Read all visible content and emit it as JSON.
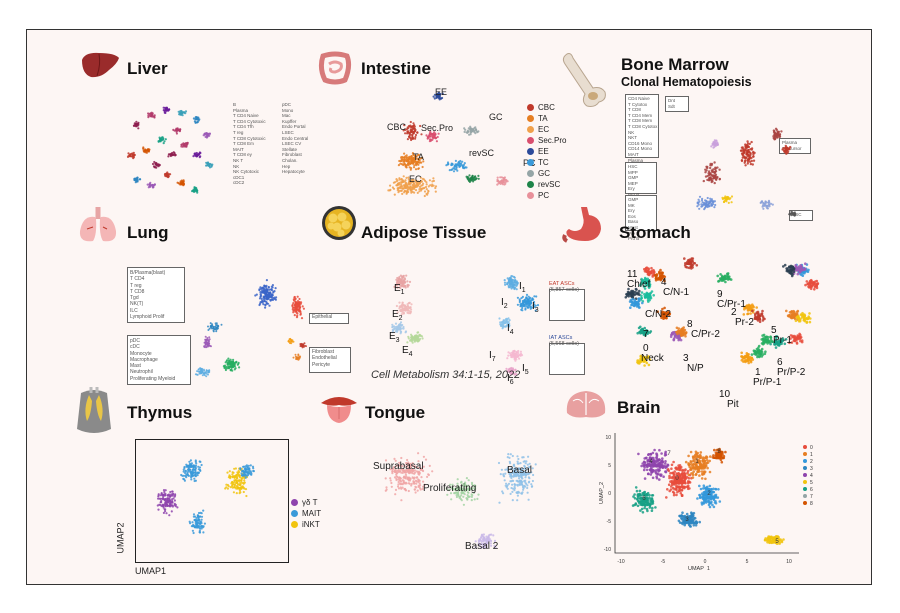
{
  "figure": {
    "caption": "Cell Metabolism 34:1-15, 2022"
  },
  "panels": {
    "liver": {
      "title": "Liver",
      "legend_col1": [
        "B",
        "Plasma",
        "T CD4 Naive",
        "T CD4 Cytotoxic",
        "T CD4 Tfh",
        "T reg",
        "T CD8 Cytotoxic",
        "T CD8 Em",
        "MAIT",
        "T CD8 ey",
        "NK T",
        "NK",
        "NK Cytotoxic",
        "cDC1",
        "cDC2"
      ],
      "legend_col2": [
        "pDC",
        "Mono",
        "Mac",
        "Kupffer",
        "Endo Portal",
        "LSEC",
        "Endo Central",
        "LSEC CV",
        "Stellate",
        "Fibroblast",
        "Cholan.",
        "Hep",
        "Hepatocyte"
      ]
    },
    "intestine": {
      "title": "Intestine",
      "plot_labels": [
        "EE",
        "CBC",
        "Sec.Pro",
        "GC",
        "TA",
        "revSC",
        "PC",
        "EC"
      ],
      "legend": [
        {
          "name": "CBC",
          "color": "#c0392b"
        },
        {
          "name": "TA",
          "color": "#e67e22"
        },
        {
          "name": "EC",
          "color": "#f0a04b"
        },
        {
          "name": "Sec.Pro",
          "color": "#d94f6e"
        },
        {
          "name": "EE",
          "color": "#2c4a9a"
        },
        {
          "name": "TC",
          "color": "#3a9ad9"
        },
        {
          "name": "GC",
          "color": "#95a5a6"
        },
        {
          "name": "revSC",
          "color": "#1e8449"
        },
        {
          "name": "PC",
          "color": "#e8909a"
        }
      ]
    },
    "bone_marrow": {
      "title": "Bone Marrow",
      "subtitle": "Clonal Hematopoiesis",
      "box1": [
        "CD4 Naive",
        "T Cytotox",
        "T CD8",
        "T CD4 Mem",
        "T CD8 Mem",
        "T CD8 Cytotox",
        "NK",
        "NKT",
        "CD16 Mono",
        "CD14 Mono",
        "MAIT",
        "Plasma",
        "T Sm"
      ],
      "box2": [
        "Dnt",
        "Sdt"
      ],
      "box3": [
        "HSC",
        "MPP",
        "GMP",
        "MEP",
        "Ery",
        "Pro B",
        "Cyc Ery",
        "Neutrophil"
      ],
      "box4": [
        "GMP",
        "MK",
        "Ery",
        "Eos",
        "Baso",
        "Mast",
        "Pre B",
        "Pro B"
      ],
      "box5": [
        "Plasma",
        "Precursor"
      ],
      "box6": [
        "HSC"
      ]
    },
    "lung": {
      "title": "Lung",
      "box_lymph": [
        "B/Plasma(blast)",
        "T CD4",
        "T reg",
        "T CD8",
        "Tgd",
        "NK(T)",
        "ILC",
        "Lymphoid Prolif"
      ],
      "box_myeloid": [
        "pDC",
        "cDC",
        "Monocyte",
        "Macrophage",
        "Mast",
        "Neutrophil",
        "Proliferating Myeloid"
      ],
      "box_epi": [
        "Epithelial"
      ],
      "box_stroma": [
        "Fibroblast",
        "Endothelial",
        "Pericyte"
      ]
    },
    "adipose": {
      "title": "Adipose Tissue",
      "e_labels": [
        "E",
        "1",
        "E",
        "2",
        "E",
        "3",
        "E",
        "4"
      ],
      "i_labels": [
        "I",
        "1",
        "I",
        "2",
        "I",
        "3",
        "I",
        "4",
        "I",
        "7",
        "I",
        "5",
        "I",
        "6"
      ],
      "eat": {
        "name": "EAT ASCs",
        "count": "(5,857 cells)"
      },
      "iat": {
        "name": "IAT ASCs",
        "count": "(5,568 cells)"
      }
    },
    "stomach": {
      "title": "Stomach",
      "labels": [
        "11",
        "Chief",
        "4",
        "C/N-1",
        "9",
        "C/Pr-1",
        "2",
        "Pr-2",
        "5",
        "Pr-1",
        "8",
        "C/Pr-2",
        "0",
        "Neck",
        "3",
        "N/P",
        "6",
        "Pr/P-2",
        "1",
        "Pr/P-1",
        "10",
        "Pit",
        "7",
        "C/N-2"
      ]
    },
    "thymus": {
      "title": "Thymus",
      "xlabel": "UMAP1",
      "ylabel": "UMAP2",
      "legend": [
        {
          "name": "γδ T",
          "color": "#8e44ad"
        },
        {
          "name": "MAIT",
          "color": "#3a9ad9"
        },
        {
          "name": "iNKT",
          "color": "#f1c40f"
        }
      ]
    },
    "tongue": {
      "title": "Tongue",
      "labels": [
        "Suprabasal",
        "Proliferating",
        "Basal",
        "Basal 2"
      ]
    },
    "brain": {
      "title": "Brain",
      "xlabel": "UMAP_1",
      "ylabel": "UMAP_2",
      "xticks": [
        "-10",
        "-5",
        "0",
        "5",
        "10"
      ],
      "yticks": [
        "10",
        "5",
        "0",
        "-5",
        "-10"
      ],
      "cluster_labels": [
        "0",
        "1",
        "2",
        "3",
        "4",
        "5",
        "6",
        "7",
        "8"
      ],
      "legend_labels": [
        "0",
        "1",
        "2",
        "3",
        "4",
        "5",
        "6",
        "7",
        "8"
      ],
      "legend_colors": [
        "#e74c3c",
        "#e67e22",
        "#3498db",
        "#2e86c1",
        "#8e44ad",
        "#f1c40f",
        "#16a085",
        "#95a5a6",
        "#d35400"
      ]
    }
  }
}
